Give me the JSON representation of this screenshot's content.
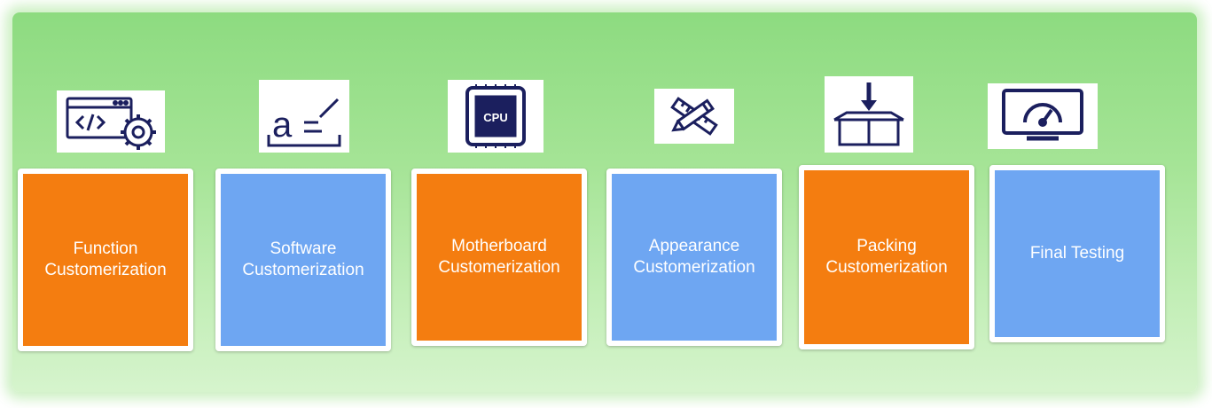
{
  "colors": {
    "orange": "#f47d10",
    "blue": "#6ea6f2",
    "icon": "#1b1f5e",
    "panel": "#a5e496"
  },
  "steps": [
    {
      "icon": "code-gear-icon",
      "lines": [
        "Function",
        "Customerization"
      ],
      "color": "orange"
    },
    {
      "icon": "text-edit-icon",
      "lines": [
        "Software",
        "Customerization"
      ],
      "color": "blue"
    },
    {
      "icon": "cpu-chip-icon",
      "icon_text": "CPU",
      "lines": [
        "Motherboard",
        "Customerization"
      ],
      "color": "orange"
    },
    {
      "icon": "pencil-ruler-icon",
      "lines": [
        "Appearance",
        "Customerization"
      ],
      "color": "blue"
    },
    {
      "icon": "box-download-icon",
      "lines": [
        "Packing",
        "Customerization"
      ],
      "color": "orange"
    },
    {
      "icon": "speedometer-monitor-icon",
      "lines": [
        "Final Testing"
      ],
      "color": "blue"
    }
  ]
}
